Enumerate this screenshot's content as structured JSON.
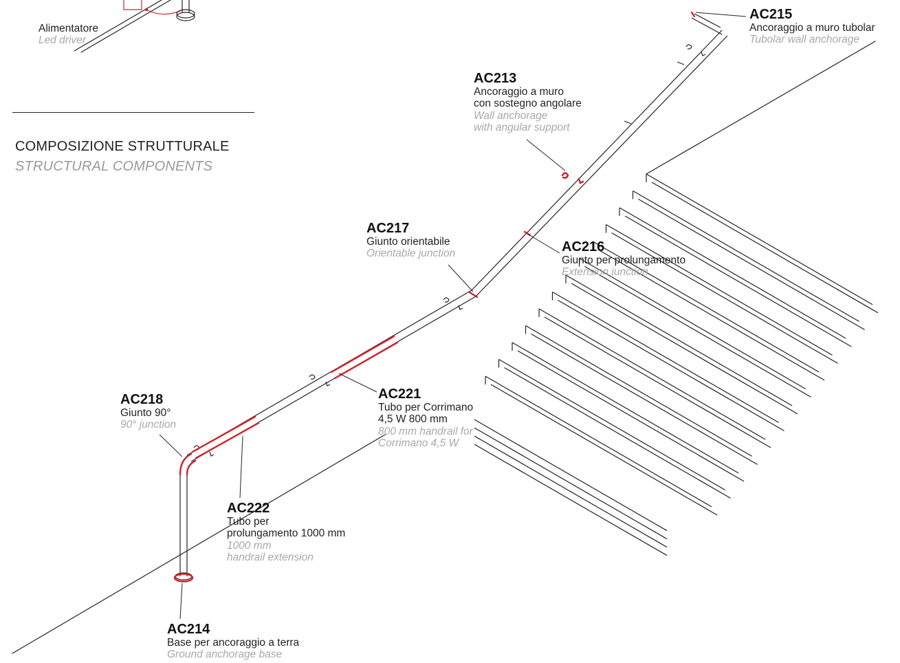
{
  "section": {
    "title": "COMPOSIZIONE STRUTTURALE",
    "subtitle": "STRUCTURAL COMPONENTS"
  },
  "accent_color": "#d0202a",
  "driver": {
    "it": "Alimentatore",
    "en": "Led driver"
  },
  "components": [
    {
      "code": "AC215",
      "it": [
        "Ancoraggio a muro tubolar"
      ],
      "en": [
        "Tubolar wall anchorage"
      ]
    },
    {
      "code": "AC213",
      "it": [
        "Ancoraggio a muro",
        "con sostegno angolare"
      ],
      "en": [
        "Wall anchorage",
        "with angular support"
      ]
    },
    {
      "code": "AC217",
      "it": [
        "Giunto orientabile"
      ],
      "en": [
        "Orientable junction"
      ]
    },
    {
      "code": "AC216",
      "it": [
        "Giunto per prolungamento"
      ],
      "en": [
        "Extension junction"
      ]
    },
    {
      "code": "AC218",
      "it": [
        "Giunto 90°"
      ],
      "en": [
        "90° junction"
      ]
    },
    {
      "code": "AC221",
      "it": [
        "Tubo per Corrimano",
        "4,5 W 800 mm"
      ],
      "en": [
        "800 mm handrail for",
        "Corrimano 4,5 W"
      ]
    },
    {
      "code": "AC222",
      "it": [
        "Tubo per",
        "prolungamento 1000 mm"
      ],
      "en": [
        "1000 mm",
        "handrail extension"
      ]
    },
    {
      "code": "AC214",
      "it": [
        "Base per ancoraggio a terra"
      ],
      "en": [
        "Ground anchorage base"
      ]
    }
  ]
}
